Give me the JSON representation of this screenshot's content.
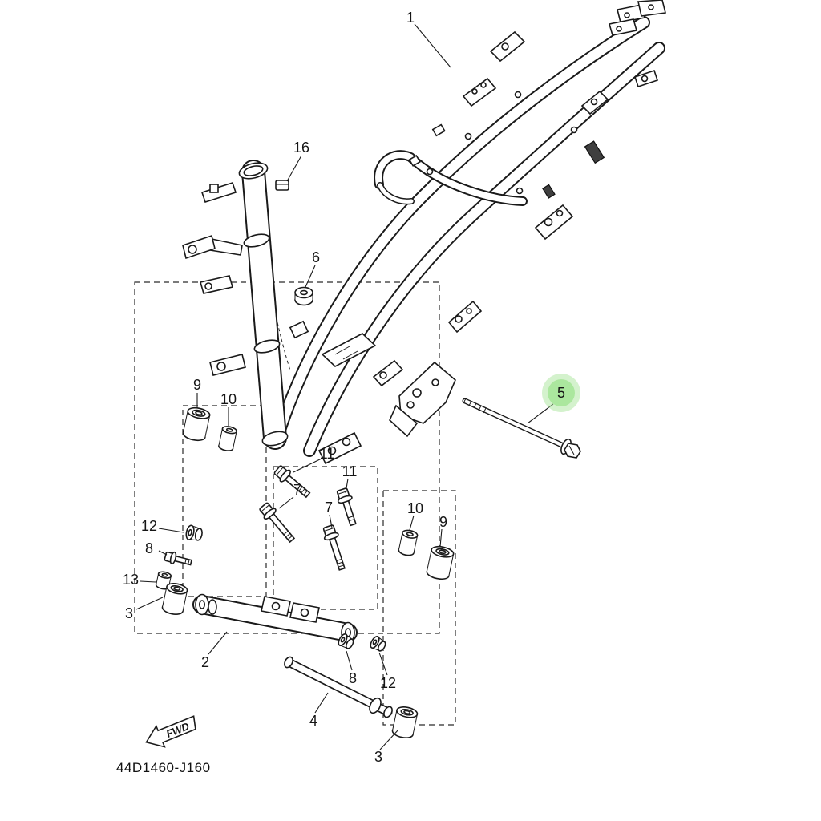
{
  "diagram": {
    "code": "44D1460-J160",
    "fwd_label": "FWD",
    "highlight": {
      "part": "5",
      "color": "#a9e69b"
    },
    "callouts": [
      {
        "id": "1",
        "label": "1"
      },
      {
        "id": "16",
        "label": "16"
      },
      {
        "id": "6",
        "label": "6"
      },
      {
        "id": "5",
        "label": "5",
        "highlighted": true
      },
      {
        "id": "9a",
        "label": "9"
      },
      {
        "id": "10a",
        "label": "10"
      },
      {
        "id": "11a",
        "label": "11"
      },
      {
        "id": "7a",
        "label": "7"
      },
      {
        "id": "11b",
        "label": "11"
      },
      {
        "id": "7b",
        "label": "7"
      },
      {
        "id": "10b",
        "label": "10"
      },
      {
        "id": "9b",
        "label": "9"
      },
      {
        "id": "12a",
        "label": "12"
      },
      {
        "id": "8a",
        "label": "8"
      },
      {
        "id": "13",
        "label": "13"
      },
      {
        "id": "3a",
        "label": "3"
      },
      {
        "id": "2",
        "label": "2"
      },
      {
        "id": "8b",
        "label": "8"
      },
      {
        "id": "12b",
        "label": "12"
      },
      {
        "id": "4",
        "label": "4"
      },
      {
        "id": "3b",
        "label": "3"
      }
    ]
  }
}
